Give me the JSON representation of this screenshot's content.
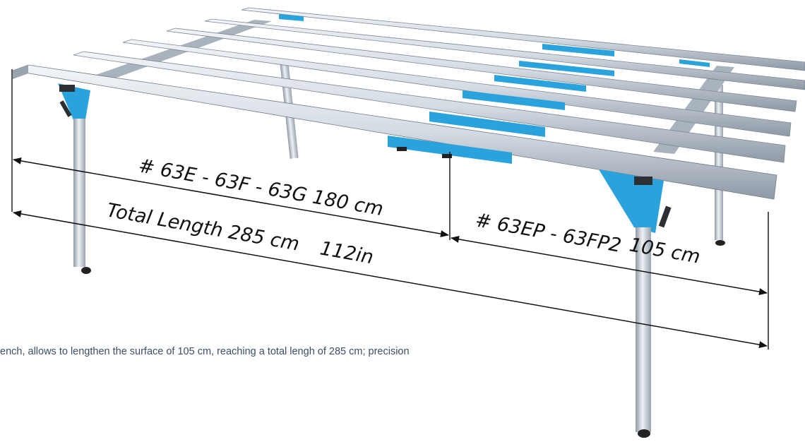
{
  "product_photo": {
    "description_icon": "extension-worktable-photo",
    "colors": {
      "rail_light": "#e4e9ef",
      "rail_mid": "#b9c2cd",
      "rail_dark": "#7d8895",
      "accent_blue": "#2aa3dc",
      "leg": "#c8cfd7",
      "foot": "#222222",
      "dimension_line": "#111111"
    }
  },
  "dimensions": {
    "section_a": "# 63E - 63F - 63G 180 cm",
    "total_length": "Total Length 285 cm",
    "total_length_in": "112in",
    "extension": "# 63EP - 63FP2",
    "extension_cm": "105 cm"
  },
  "caption": {
    "text": "ench, allows to lengthen the surface of 105 cm, reaching a total lengh of 285 cm; precision"
  }
}
